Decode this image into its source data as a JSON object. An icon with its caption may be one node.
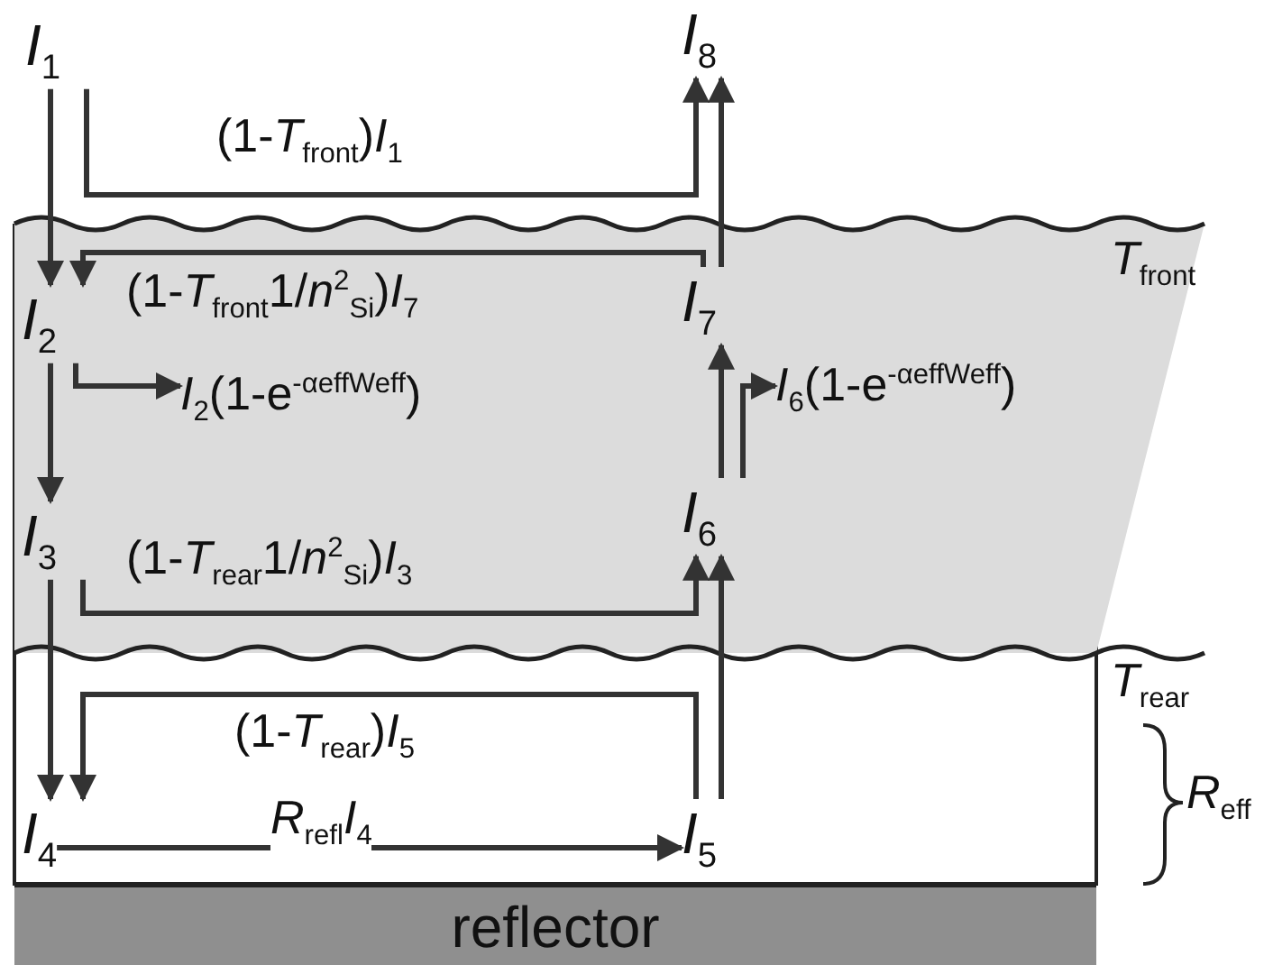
{
  "diagram": {
    "nodes": [
      {
        "text": [
          "*I*$_{1}$"
        ]
      },
      {
        "text": [
          "*I*$_{8}$"
        ]
      },
      {
        "text": [
          "*I*$_{2}$"
        ]
      },
      {
        "text": [
          "*I*$_{7}$"
        ]
      },
      {
        "text": [
          "*I*$_{3}$"
        ]
      },
      {
        "text": [
          "*I*$_{6}$"
        ]
      },
      {
        "text": [
          "*I*$_{4}$"
        ]
      },
      {
        "text": [
          "*I*$_{5}$"
        ]
      },
      {
        "text": [
          "reflector"
        ]
      },
      {
        "text": [
          "*I*$_{2}$(1-e$^{-αeffWeff}$)"
        ]
      },
      {
        "text": [
          "*I*$_{6}$(1-e$^{-αeffWeff}$)"
        ]
      }
    ],
    "edges": [
      {
        "from": 0,
        "to": 2,
        "arrow": "to"
      },
      {
        "from": 0,
        "to": 1,
        "arrow": "to",
        "label": "(1-*T*$_{front}$)*I*$_{1}$"
      },
      {
        "from": 2,
        "to": 4,
        "arrow": "to"
      },
      {
        "from": 2,
        "to": 9,
        "arrow": "to"
      },
      {
        "from": 3,
        "to": 1,
        "arrow": "to"
      },
      {
        "from": 3,
        "to": 2,
        "arrow": "to",
        "label": "(1-*T*$_{front}$1/*n*$^{2}$$_{Si}$)*I*$_{7}$"
      },
      {
        "from": 5,
        "to": 3,
        "arrow": "to"
      },
      {
        "from": 5,
        "to": 10,
        "arrow": "to"
      },
      {
        "from": 4,
        "to": 6,
        "arrow": "to"
      },
      {
        "from": 4,
        "to": 5,
        "arrow": "to",
        "label": "(1-*T*$_{rear}$1/*n*$^{2}$$_{Si}$)*I*$_{3}$"
      },
      {
        "from": 7,
        "to": 5,
        "arrow": "to"
      },
      {
        "from": 7,
        "to": 6,
        "arrow": "to",
        "label": "(1-*T*$_{rear}$)*I*$_{5}$"
      },
      {
        "from": 6,
        "to": 7,
        "arrow": "to",
        "label": "*R*$_{refl}$*I*$_{4}$"
      }
    ],
    "labels": [
      "*T*$_{front}$",
      "*T*$_{rear}$",
      "*R*$_{eff}$"
    ]
  }
}
